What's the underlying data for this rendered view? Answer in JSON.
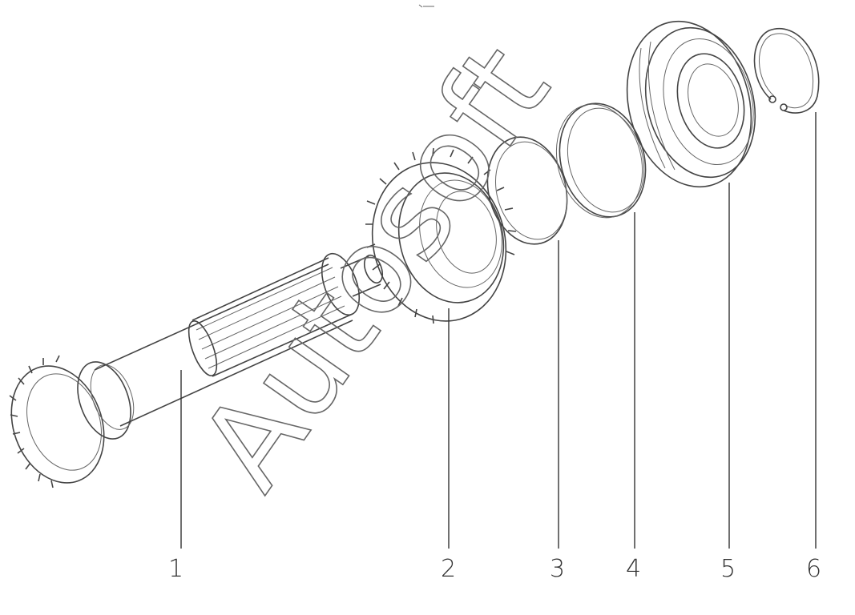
{
  "diagram": {
    "watermark": "Autosoft",
    "callouts": [
      "1",
      "2",
      "3",
      "4",
      "5",
      "6"
    ]
  }
}
